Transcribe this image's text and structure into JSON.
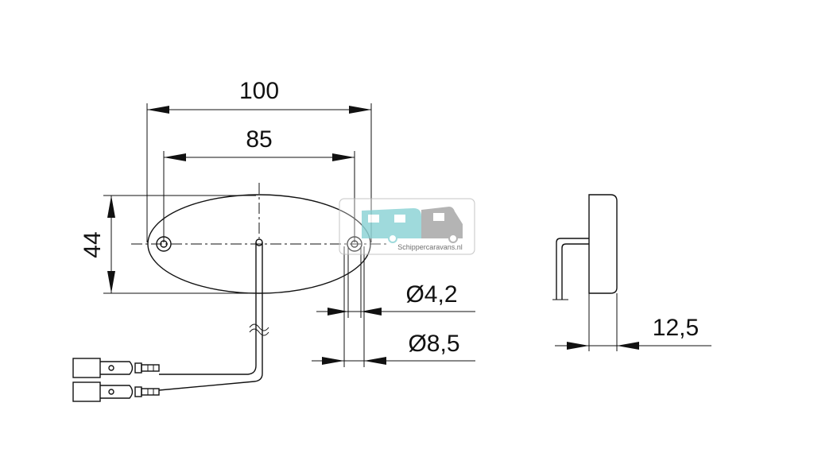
{
  "dimensions": {
    "width_outer": "100",
    "hole_spacing": "85",
    "height": "44",
    "hole_small": "Ø4,2",
    "hole_large": "Ø8,5",
    "depth": "12,5"
  },
  "watermark": {
    "text": "Schippercaravans.nl",
    "colors": {
      "caravan": "#8fd4d6",
      "camper": "#a8a8a8"
    }
  }
}
